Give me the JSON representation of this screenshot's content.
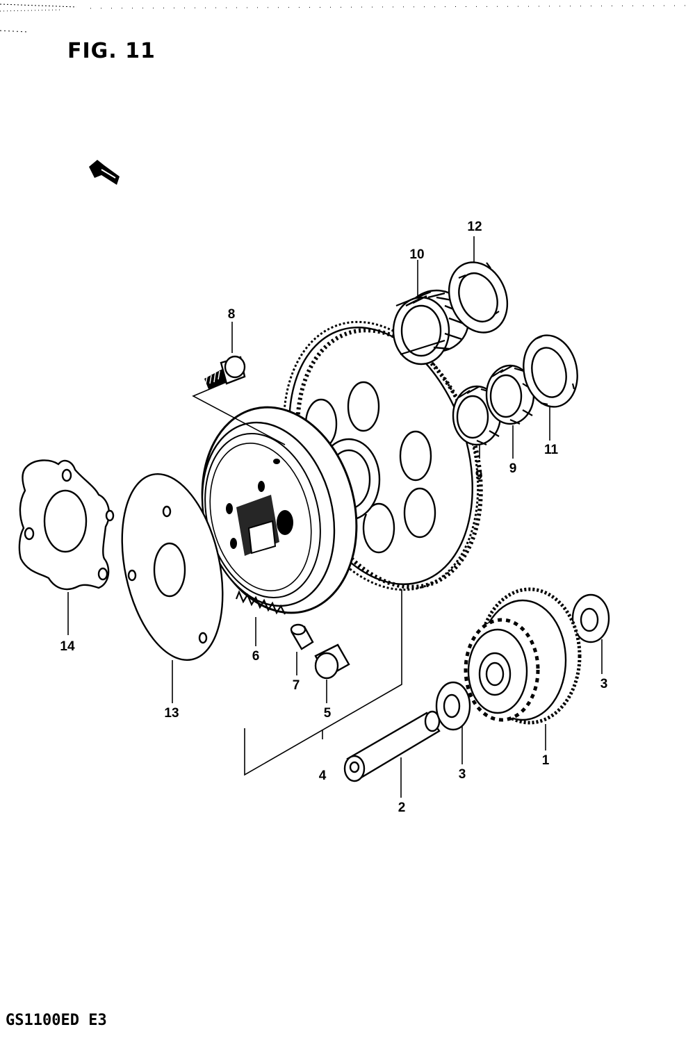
{
  "figure_title": "FIG. 11",
  "model_code": "GS1100ED E3",
  "parts": [
    {
      "id": "1",
      "label": "1",
      "name": "gear-primary"
    },
    {
      "id": "2",
      "label": "2",
      "name": "shaft"
    },
    {
      "id": "3a",
      "label": "3",
      "name": "washer-left"
    },
    {
      "id": "3b",
      "label": "3",
      "name": "washer-right"
    },
    {
      "id": "4",
      "label": "4",
      "name": "starter-clutch-assembly"
    },
    {
      "id": "5",
      "label": "5",
      "name": "roller"
    },
    {
      "id": "6",
      "label": "6",
      "name": "spring"
    },
    {
      "id": "7",
      "label": "7",
      "name": "plunger"
    },
    {
      "id": "8",
      "label": "8",
      "name": "bolt"
    },
    {
      "id": "9a",
      "label": "9",
      "name": "bearing-left"
    },
    {
      "id": "9b",
      "label": "9",
      "name": "bearing-right"
    },
    {
      "id": "10",
      "label": "10",
      "name": "bearing-top"
    },
    {
      "id": "11",
      "label": "11",
      "name": "thrust-washer"
    },
    {
      "id": "12",
      "label": "12",
      "name": "thrust-washer-top"
    },
    {
      "id": "13",
      "label": "13",
      "name": "plate"
    },
    {
      "id": "14",
      "label": "14",
      "name": "lock-plate"
    }
  ]
}
